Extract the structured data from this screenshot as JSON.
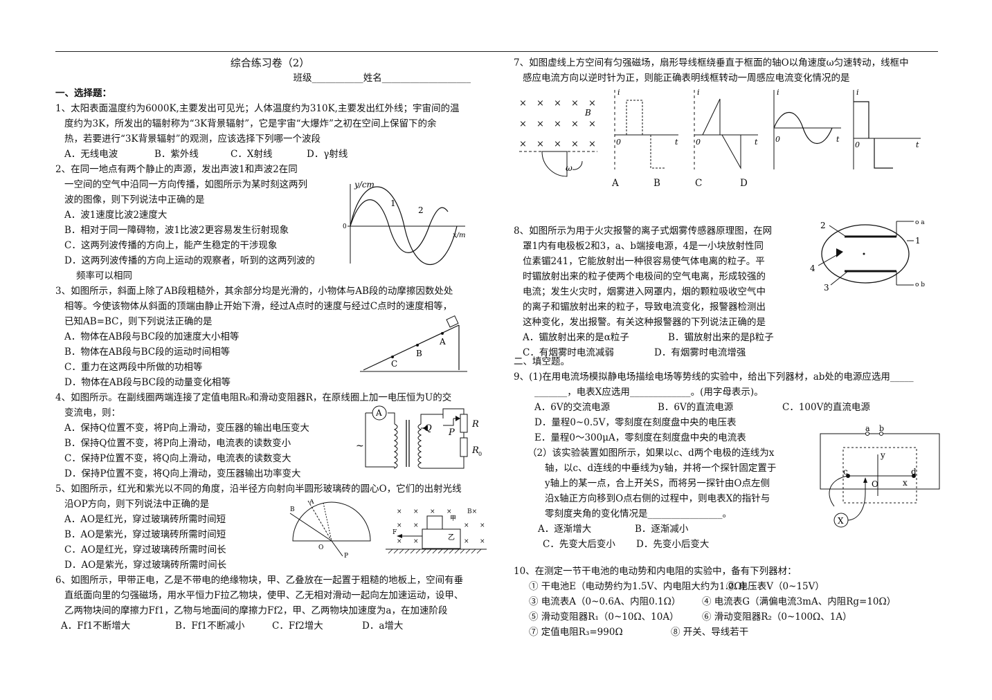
{
  "title": "综合练习卷（2）",
  "class_line": "班级___________姓名___________________",
  "section1": "一、选择题：",
  "q1": {
    "lines": [
      "1、太阳表面温度约为6000K,主要发出可见光；人体温度约为310K,主要发出红外线；宇宙间的温",
      "度约为3K，所发出的辐射称为“3K背景辐射”，它是宇宙“大爆炸”之初在空间上保留下的余",
      "热，若要进行“3K背景辐射”的观测，应该选择下列哪一个波段"
    ],
    "options": [
      "A．无线电波",
      "B．紫外线",
      "C．X射线",
      "D．γ射线"
    ]
  },
  "q2": {
    "lines": [
      "2、在同一地点有两个静止的声源，发出声波1和声波2在同",
      "一空间的空气中沿同一方向传播，如图所示为某时刻这两列",
      "波的图像，则下列说法中正确的是"
    ],
    "options": [
      "A．波1速度比波2速度大",
      "B．相对于同一障碍物，波1比波2更容易发生衍射现象",
      "C．这两列波传播的方向上，能产生稳定的干涉现象",
      "D．这两列波传播的方向上运动的观察者，听到的这两列波的",
      "频率可以相同"
    ],
    "fig": {
      "ylabel": "y/cm",
      "xlabel": "x/m",
      "origin": "0",
      "wave1": "1",
      "wave2": "2"
    }
  },
  "q3": {
    "lines": [
      "3、如图所示，斜面上除了AB段粗糙外，其余部分均是光滑的，小物体与AB段的动摩擦因数处处",
      "相等。今使该物体从斜面的顶端由静止开始下滑，经过A点时的速度与经过C点时的速度相等，",
      "已知AB=BC，则下列说法正确的是"
    ],
    "options": [
      "A．物体在AB段与BC段的加速度大小相等",
      "B．物体在AB段与BC段的运动时间相等",
      "C．重力在这两段中所做的功相等",
      "D．物体在AB段与BC段的动量变化相等"
    ],
    "fig": {
      "a": "A",
      "b": "B",
      "c": "C"
    }
  },
  "q4": {
    "lines": [
      "4、如图所示。在副线圈两端连接了定值电阻R₀和滑动变阻器R，在原线圈上加一电压恒为U的交",
      "变流电，则："
    ],
    "options": [
      "A．保持Q位置不变，将P向上滑动，变压器的输出电压变大",
      "B．保持Q位置不变，将P向上滑动，电流表的读数变小",
      "C．保持P位置不变，将Q向上滑动，电流表的读数变大",
      "D．保持P位置不变，将Q向上滑动，变压器输出功率变大"
    ],
    "fig": {
      "ammeter": "A",
      "q": "Q",
      "p": "P",
      "r": "R",
      "r0": "R",
      "r0_sub": "0",
      "ac": "~"
    }
  },
  "q5": {
    "lines": [
      "5、如图所示，红光和紫光以不同的角度，沿半径方向射向半圆形玻璃砖的圆心O，它们的出射光线",
      "沿OP方向，则下列说法中正确的是"
    ],
    "options": [
      "A．AO是红光，穿过玻璃砖所需时间短",
      "B．AO是紫光，穿过玻璃砖所需时间短",
      "C．AO是红光，穿过玻璃砖所需时间长",
      "D．AO是紫光，穿过玻璃砖所需时间长"
    ],
    "fig": {
      "a": "A",
      "b": "B",
      "o": "O",
      "p": "P",
      "jia": "甲",
      "yi": "乙",
      "bfield": "B×",
      "f": "F"
    }
  },
  "q6": {
    "lines": [
      "6、如图所示，甲带正电，乙是不带电的绝缘物块，甲、乙叠放在一起置于粗糙的地板上，空间有垂",
      "直纸面向里的匀强磁场，用水平恒力F拉乙物块，使甲、乙无相对滑动一起向左加速运动，设甲、",
      "乙两物块间的摩擦力Ff1，乙物与地面间的摩擦力Ff2，甲、乙两物块加速度为a，在加速阶段"
    ],
    "options": [
      "A．Ff1不断增大",
      "B．Ff1不断减小",
      "C．Ff2增大",
      "D．a增大"
    ]
  },
  "q7": {
    "lines": [
      "7、如图虚线上方空间有匀强磁场，扇形导线框绕垂直于框面的轴O以角速度ω匀速转动，线框中",
      "感应电流方向以逆时针为正，则能正确表明线框转动一周感应电流变化情况的是"
    ],
    "labels": [
      "A",
      "B",
      "C",
      "D"
    ],
    "axis": {
      "i": "i",
      "t": "t",
      "o": "0",
      "b": "B",
      "omega": "ω"
    }
  },
  "q8": {
    "lines": [
      "8、如图所示为用于火灾报警的离子式烟雾传感器原理图，在网",
      "罩1内有电极板2和3，a、b端接电源，4是一小块放射性同",
      "位素镅241，它能放射出一种很容易使气体电离的粒子。平",
      "时镅放射出来的粒子使两个电极间的空气电离，形成较强的",
      "电流；发生火灾时，烟雾进入网罩内，烟的颗粒吸收空气中",
      "的离子和镅放射出来的粒子，导致电流变化，报警器检测出",
      "这种变化，发出报警。有关这种报警器的下列说法正确的是"
    ],
    "options": [
      "A．镅放射出来的是α粒子",
      "B．镅放射出来的是β粒子",
      "C．有烟雾时电流减弱",
      "D．有烟雾时电流增强"
    ],
    "fig": {
      "n1": "1",
      "n2": "2",
      "n3": "3",
      "n4": "4",
      "a": "o a",
      "b": "o b"
    }
  },
  "section2": "二、填空题。",
  "q9": {
    "lines": [
      "9、(1)在用电流场模拟静电场描绘电场等势线的实验中，给出下列器材，ab处的电源应选用_____",
      "_______，电表X应选用_____________。(用字母表示)。"
    ],
    "options_row": [
      "A．6V的交流电源",
      "B．6V的直流电源",
      "C．100V的直流电源"
    ],
    "options": [
      "D．量程0~0.5V，零刻度在刻度盘中央的电压表",
      "E．量程0～300μA，零刻度在刻度盘中央的电流表"
    ],
    "part2": [
      "（2）该实验装置如图所示，如果以c、d两个电极的连线为x",
      "轴，以c、d连线的中垂线为y轴，并将一个探针固定置于",
      "y轴上的某一点，合上开关S，而将另一探针由O点左侧",
      "沿x轴正方向移到O点右侧的过程中，则电表X的指针与",
      "零刻度夹角的变化情况是________________。"
    ],
    "options2": [
      "A．逐渐增大",
      "B．逐渐减小",
      "C．先变大后变小",
      "D．先变小后变大"
    ],
    "fig": {
      "a": "a",
      "b": "b",
      "c": "c",
      "d": "d",
      "o": "O",
      "x": "x",
      "y": "y",
      "meter": "X"
    }
  },
  "q10": {
    "line": "10、在测定一节干电池的电动势和内电阻的实验中，备有下列器材：",
    "items": [
      [
        "① 干电池E（电动势约为1.5V、内电阻大约为1.0Ω）",
        "② 电压表V（0~15V）"
      ],
      [
        "③ 电流表A（0~0.6A、内阻0.1Ω）",
        "④ 电流表G（满偏电流3mA、内阻Rg=10Ω）"
      ],
      [
        "⑤ 滑动变阻器R₁（0~10Ω、10A）",
        "⑥ 滑动变阻器R₂（0~100Ω、1A）"
      ],
      [
        "⑦ 定值电阻R₃=990Ω",
        "⑧ 开关、导线若干"
      ]
    ]
  }
}
